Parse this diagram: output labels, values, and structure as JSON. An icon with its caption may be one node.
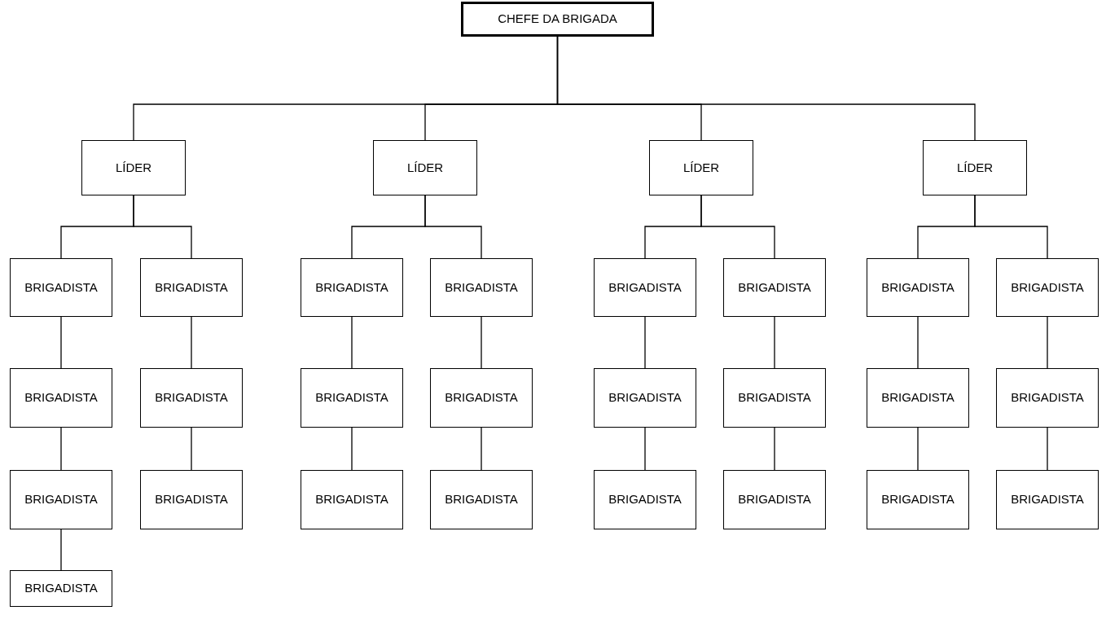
{
  "diagram": {
    "nodes": [
      {
        "text": [
          "CHEFE DA BRIGADA"
        ]
      },
      {
        "text": [
          "LÍDER"
        ]
      },
      {
        "text": [
          "LÍDER"
        ]
      },
      {
        "text": [
          "LÍDER"
        ]
      },
      {
        "text": [
          "LÍDER"
        ]
      },
      {
        "text": [
          "BRIGADISTA"
        ]
      },
      {
        "text": [
          "BRIGADISTA"
        ]
      },
      {
        "text": [
          "BRIGADISTA"
        ]
      },
      {
        "text": [
          "BRIGADISTA"
        ]
      },
      {
        "text": [
          "BRIGADISTA"
        ]
      },
      {
        "text": [
          "BRIGADISTA"
        ]
      },
      {
        "text": [
          "BRIGADISTA"
        ]
      },
      {
        "text": [
          "BRIGADISTA"
        ]
      },
      {
        "text": [
          "BRIGADISTA"
        ]
      },
      {
        "text": [
          "BRIGADISTA"
        ]
      },
      {
        "text": [
          "BRIGADISTA"
        ]
      },
      {
        "text": [
          "BRIGADISTA"
        ]
      },
      {
        "text": [
          "BRIGADISTA"
        ]
      },
      {
        "text": [
          "BRIGADISTA"
        ]
      },
      {
        "text": [
          "BRIGADISTA"
        ]
      },
      {
        "text": [
          "BRIGADISTA"
        ]
      },
      {
        "text": [
          "BRIGADISTA"
        ]
      },
      {
        "text": [
          "BRIGADISTA"
        ]
      },
      {
        "text": [
          "BRIGADISTA"
        ]
      },
      {
        "text": [
          "BRIGADISTA"
        ]
      },
      {
        "text": [
          "BRIGADISTA"
        ]
      },
      {
        "text": [
          "BRIGADISTA"
        ]
      },
      {
        "text": [
          "BRIGADISTA"
        ]
      },
      {
        "text": [
          "BRIGADISTA"
        ]
      },
      {
        "text": [
          "BRIGADISTA"
        ]
      }
    ],
    "edges": [
      {
        "from": 0,
        "to": 1,
        "arrow": "none"
      },
      {
        "from": 0,
        "to": 2,
        "arrow": "none"
      },
      {
        "from": 0,
        "to": 3,
        "arrow": "none"
      },
      {
        "from": 0,
        "to": 4,
        "arrow": "none"
      },
      {
        "from": 1,
        "to": 5,
        "arrow": "none"
      },
      {
        "from": 1,
        "to": 6,
        "arrow": "none"
      },
      {
        "from": 2,
        "to": 7,
        "arrow": "none"
      },
      {
        "from": 2,
        "to": 8,
        "arrow": "none"
      },
      {
        "from": 3,
        "to": 9,
        "arrow": "none"
      },
      {
        "from": 3,
        "to": 10,
        "arrow": "none"
      },
      {
        "from": 4,
        "to": 11,
        "arrow": "none"
      },
      {
        "from": 4,
        "to": 12,
        "arrow": "none"
      },
      {
        "from": 5,
        "to": 13,
        "arrow": "none"
      },
      {
        "from": 6,
        "to": 14,
        "arrow": "none"
      },
      {
        "from": 7,
        "to": 15,
        "arrow": "none"
      },
      {
        "from": 8,
        "to": 16,
        "arrow": "none"
      },
      {
        "from": 9,
        "to": 17,
        "arrow": "none"
      },
      {
        "from": 10,
        "to": 18,
        "arrow": "none"
      },
      {
        "from": 11,
        "to": 19,
        "arrow": "none"
      },
      {
        "from": 12,
        "to": 20,
        "arrow": "none"
      },
      {
        "from": 13,
        "to": 21,
        "arrow": "none"
      },
      {
        "from": 14,
        "to": 22,
        "arrow": "none"
      },
      {
        "from": 15,
        "to": 23,
        "arrow": "none"
      },
      {
        "from": 16,
        "to": 24,
        "arrow": "none"
      },
      {
        "from": 17,
        "to": 25,
        "arrow": "none"
      },
      {
        "from": 18,
        "to": 26,
        "arrow": "none"
      },
      {
        "from": 19,
        "to": 27,
        "arrow": "none"
      },
      {
        "from": 20,
        "to": 28,
        "arrow": "none"
      },
      {
        "from": 21,
        "to": 29,
        "arrow": "none"
      }
    ]
  }
}
